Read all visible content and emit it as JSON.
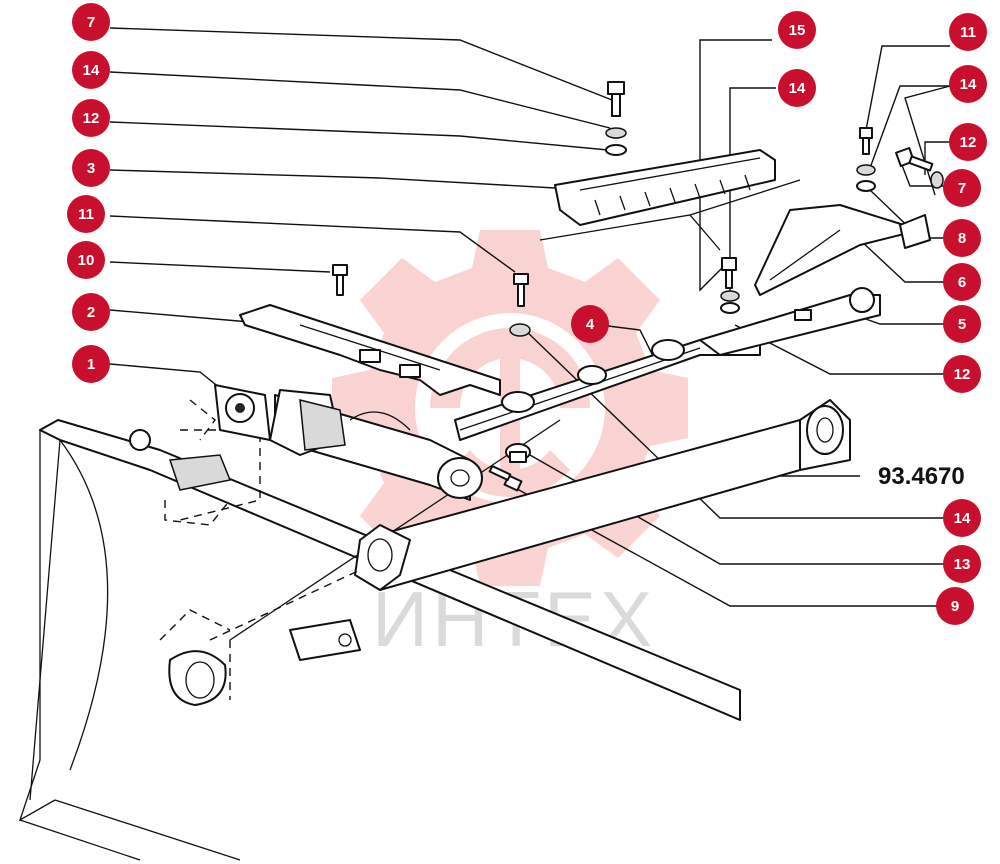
{
  "drawing_code": "93.4670",
  "watermark": "ИНТЕХ",
  "colors": {
    "callout": "#c8102e",
    "watermark": "#f4a0a0",
    "line": "#111111"
  },
  "callouts": [
    {
      "id": "c7-top",
      "label": "7"
    },
    {
      "id": "c14-left",
      "label": "14"
    },
    {
      "id": "c12-left",
      "label": "12"
    },
    {
      "id": "c3",
      "label": "3"
    },
    {
      "id": "c11-left",
      "label": "11"
    },
    {
      "id": "c10",
      "label": "10"
    },
    {
      "id": "c2",
      "label": "2"
    },
    {
      "id": "c1",
      "label": "1"
    },
    {
      "id": "c15",
      "label": "15"
    },
    {
      "id": "c14-mid",
      "label": "14"
    },
    {
      "id": "c4",
      "label": "4"
    },
    {
      "id": "c11-right",
      "label": "11"
    },
    {
      "id": "c14-right",
      "label": "14"
    },
    {
      "id": "c12-right",
      "label": "12"
    },
    {
      "id": "c7-right",
      "label": "7"
    },
    {
      "id": "c8",
      "label": "8"
    },
    {
      "id": "c6",
      "label": "6"
    },
    {
      "id": "c5",
      "label": "5"
    },
    {
      "id": "c12-lower",
      "label": "12"
    },
    {
      "id": "c14-lower",
      "label": "14"
    },
    {
      "id": "c13",
      "label": "13"
    },
    {
      "id": "c9",
      "label": "9"
    }
  ]
}
